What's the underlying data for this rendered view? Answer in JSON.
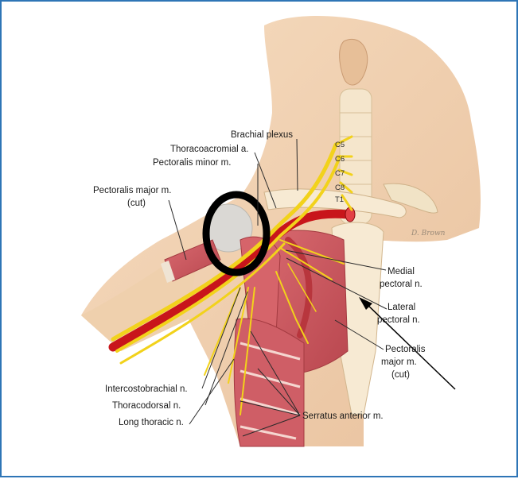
{
  "colors": {
    "frame_border": "#2e75b6",
    "skin": "#f0d2b2",
    "muscle": "#c9575f",
    "nerve": "#f2d21b",
    "artery": "#c8151b",
    "bone": "#f7ead3",
    "marker_circle": "#000000"
  },
  "labels": {
    "brachial_plexus": "Brachial plexus",
    "thoracoacromial": "Thoracoacromial a.",
    "pectoralis_minor": "Pectoralis minor m.",
    "pectoralis_major_left_1": "Pectoralis major m.",
    "pectoralis_major_left_2": "(cut)",
    "medial_pectoral_1": "Medial",
    "medial_pectoral_2": "pectoral n.",
    "lateral_pectoral_1": "Lateral",
    "lateral_pectoral_2": "pectoral n.",
    "pectoralis_major_right_1": "Pectoralis",
    "pectoralis_major_right_2": "major m.",
    "pectoralis_major_right_3": "(cut)",
    "intercostobrachial": "Intercostobrachial n.",
    "thoracodorsal": "Thoracodorsal n.",
    "long_thoracic": "Long thoracic n.",
    "serratus_anterior": "Serratus anterior m.",
    "vertebrae": [
      "C5",
      "C6",
      "C7",
      "C8",
      "T1"
    ],
    "signature": "D. Brown"
  },
  "annotations": {
    "circle_marker": "black circle highlighting the pectoralis minor region",
    "arrow": "black arrow pointing to the sternum area"
  }
}
